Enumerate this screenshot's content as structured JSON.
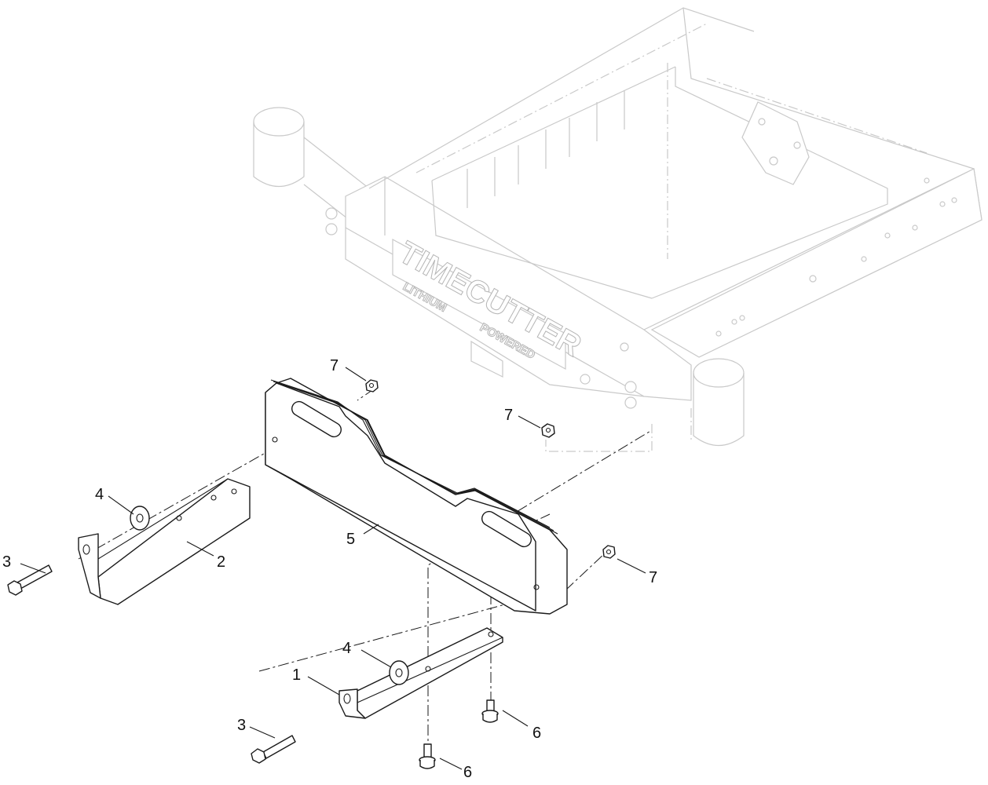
{
  "frame": {
    "brand_line1": "TIMECUTTER",
    "brand_line2": "LITHIUM",
    "brand_line3": "POWERED"
  },
  "callouts": [
    {
      "id": "c1",
      "label": "1"
    },
    {
      "id": "c2",
      "label": "2"
    },
    {
      "id": "c3a",
      "label": "3"
    },
    {
      "id": "c3b",
      "label": "3"
    },
    {
      "id": "c4a",
      "label": "4"
    },
    {
      "id": "c4b",
      "label": "4"
    },
    {
      "id": "c5",
      "label": "5"
    },
    {
      "id": "c6a",
      "label": "6"
    },
    {
      "id": "c6b",
      "label": "6"
    },
    {
      "id": "c7a",
      "label": "7"
    },
    {
      "id": "c7b",
      "label": "7"
    },
    {
      "id": "c7c",
      "label": "7"
    }
  ]
}
